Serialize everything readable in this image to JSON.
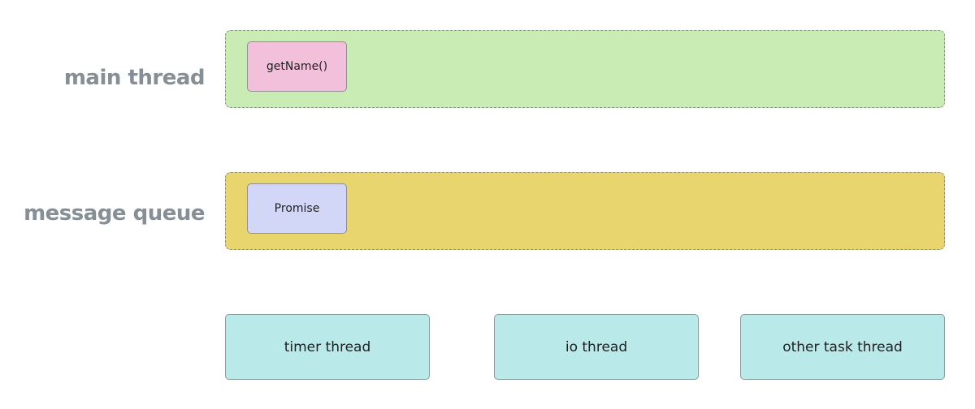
{
  "lanes": {
    "main_thread": {
      "label": "main thread",
      "task": "getName()"
    },
    "message_queue": {
      "label": "message queue",
      "task": "Promise"
    }
  },
  "workers": [
    {
      "label": "timer thread"
    },
    {
      "label": "io thread"
    },
    {
      "label": "other task thread"
    }
  ],
  "colors": {
    "main_lane": "#c9ecb4",
    "queue_lane": "#e8d56e",
    "task_pink": "#f3c0dc",
    "task_blue": "#d2d6f7",
    "worker": "#b9e9e9",
    "label_text": "#868e96"
  }
}
